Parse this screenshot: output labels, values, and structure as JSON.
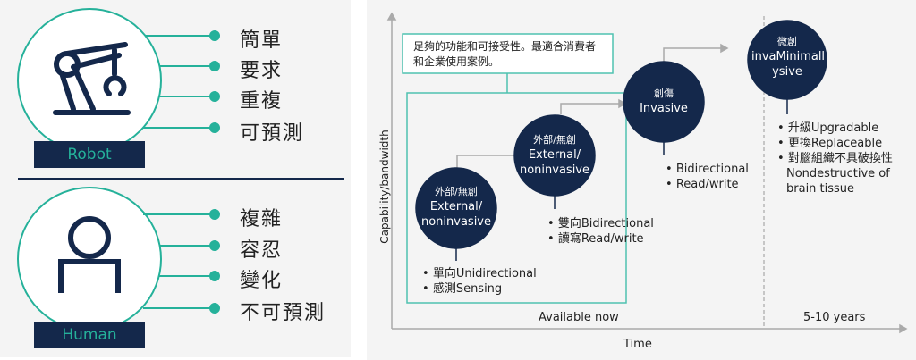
{
  "left": {
    "robot": {
      "label": "Robot",
      "traits": [
        "簡單",
        "要求",
        "重複",
        "可預測"
      ]
    },
    "human": {
      "label": "Human",
      "traits": [
        "複雜",
        "容忍",
        "變化",
        "不可預測"
      ]
    }
  },
  "right": {
    "y_axis_label": "Capability/bandwidth",
    "x_axis_label": "Time",
    "period_now": "Available now",
    "period_future": "5-10 years",
    "callout": "足夠的功能和可接受性。最適合消費者和企業使用案例。",
    "stages": [
      {
        "title": [
          "外部/無創",
          "External/",
          "noninvasive"
        ],
        "bullets": [
          "單向Unidirectional",
          "感測Sensing"
        ]
      },
      {
        "title": [
          "外部/無創",
          "External/",
          "noninvasive"
        ],
        "bullets": [
          "雙向Bidirectional",
          "讀寫Read/write"
        ]
      },
      {
        "title": [
          "創傷",
          "Invasive"
        ],
        "bullets": [
          "Bidirectional",
          "Read/write"
        ]
      },
      {
        "title": [
          "微創",
          "invaMinimall",
          "ysive"
        ],
        "bullets": [
          "升級Upgradable",
          "更換Replaceable",
          "對腦組織不具破換性 Nondestructive of brain tissue"
        ]
      }
    ]
  },
  "colors": {
    "navy": "#14284b",
    "teal": "#25b19a",
    "panel": "#f4f4f4"
  }
}
